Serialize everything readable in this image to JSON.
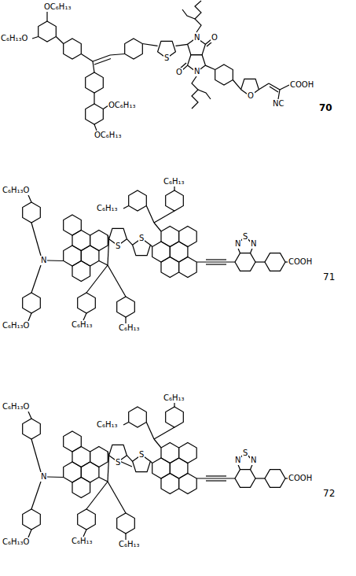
{
  "diagram": {
    "labels": [
      "OC₆H₁₃",
      "C₆H₁₃O",
      "S",
      "N",
      "O",
      "O",
      "N",
      "O",
      "NC",
      "COOH",
      "OC₆H₁₃",
      "OC₆H₁₃",
      "70",
      "C₆H₁₃",
      "C₆H₁₃",
      "C₆H₁₃O",
      "N",
      "S",
      "S",
      "N",
      "S",
      "N",
      "COOH",
      "71",
      "C₆H₁₃O",
      "C₆H₁₃",
      "C₆H₁₃",
      "C₆H₁₃",
      "C₆H₁₃",
      "C₆H₁₃O",
      "N",
      "S",
      "S",
      "N",
      "S",
      "N",
      "COOH",
      "72",
      "C₆H₁₃O",
      "C₆H₁₃",
      "C₆H₁₃"
    ]
  }
}
